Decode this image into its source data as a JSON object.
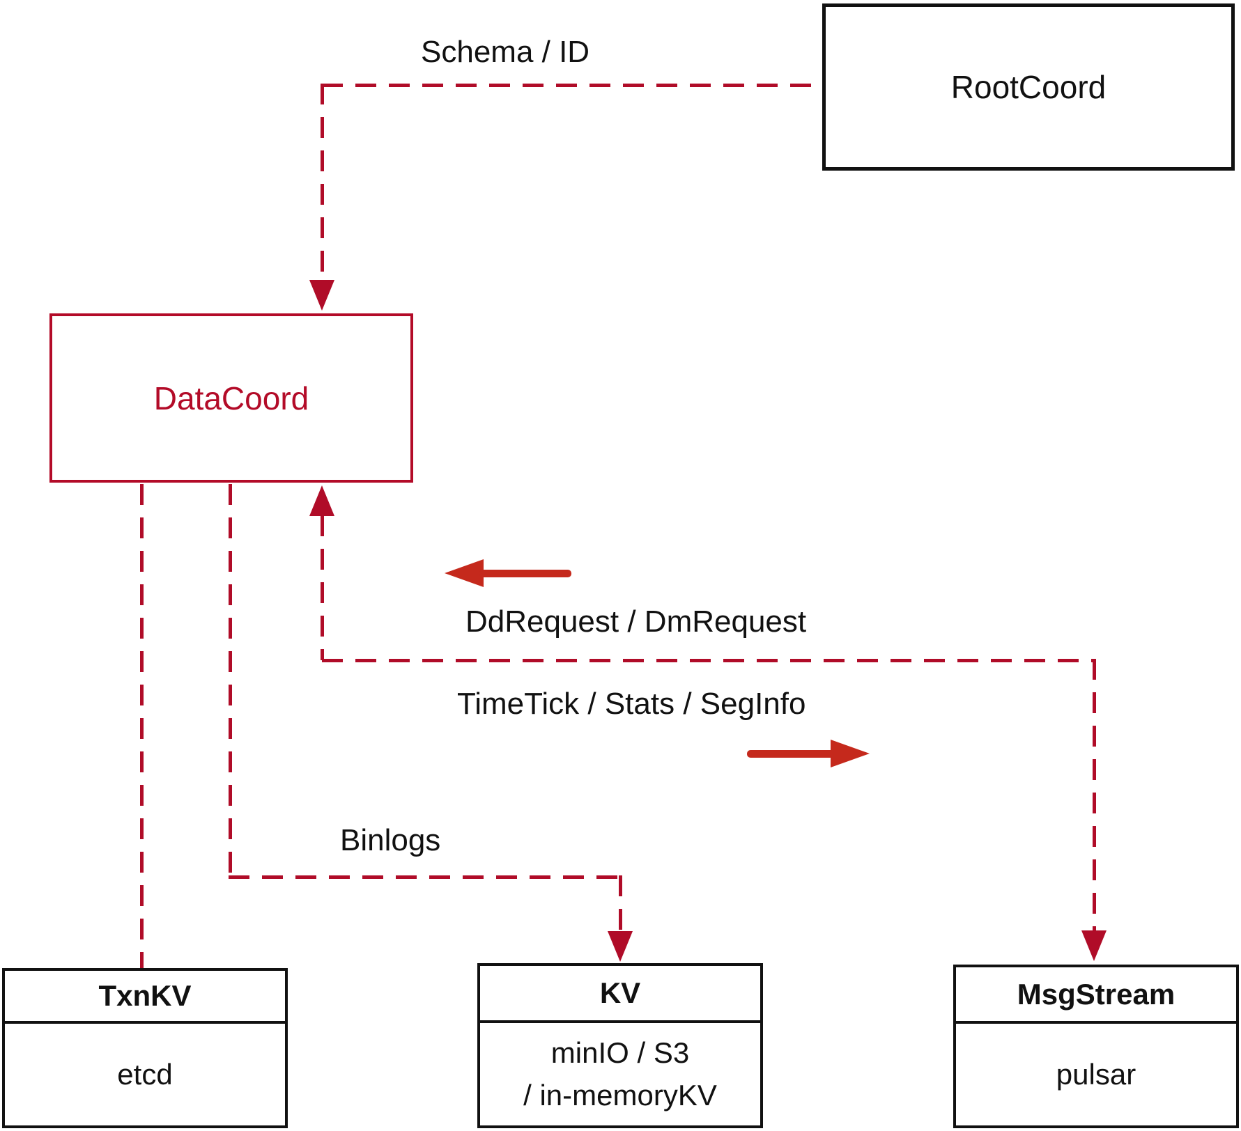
{
  "nodes": {
    "root_coord": {
      "label": "RootCoord"
    },
    "data_coord": {
      "label": "DataCoord"
    },
    "txn_kv": {
      "title": "TxnKV",
      "body": "etcd"
    },
    "kv": {
      "title": "KV",
      "body_line1": "minIO / S3",
      "body_line2": "/ in-memoryKV"
    },
    "msg_stream": {
      "title": "MsgStream",
      "body": "pulsar"
    }
  },
  "edge_labels": {
    "schema_id": "Schema / ID",
    "dd_request": "DdRequest / DmRequest",
    "time_tick": "TimeTick / Stats / SegInfo",
    "binlogs": "Binlogs"
  },
  "colors": {
    "dashed_connector": "#b00c28",
    "solid_arrow": "#c5291c",
    "box_border": "#111111",
    "background": "#ffffff"
  }
}
